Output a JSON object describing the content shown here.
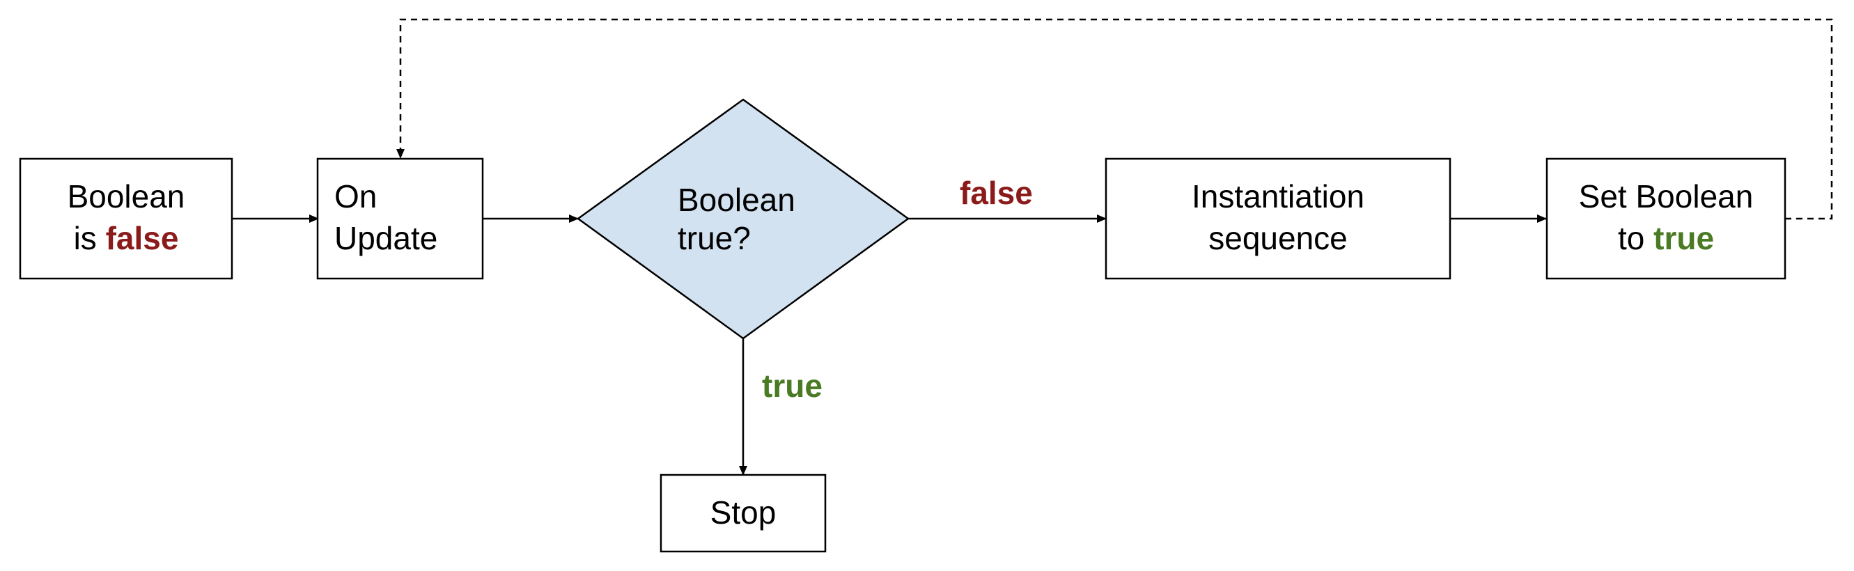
{
  "colors": {
    "false": "#8b1a1a",
    "true": "#4a7a23",
    "diamond_fill": "#d3e2f0",
    "box_fill": "#ffffff",
    "stroke": "#000000"
  },
  "nodes": {
    "start": {
      "line1": "Boolean",
      "line2_prefix": "is ",
      "line2_keyword": "false"
    },
    "on_update": {
      "line1": "On",
      "line2": "Update"
    },
    "decision": {
      "line1": "Boolean",
      "line2": "true?"
    },
    "instantiation": {
      "line1": "Instantiation",
      "line2": "sequence"
    },
    "set_boolean": {
      "line1": "Set Boolean",
      "line2_prefix": "to ",
      "line2_keyword": "true"
    },
    "stop": {
      "label": "Stop"
    }
  },
  "edges": {
    "false_label": "false",
    "true_label": "true"
  }
}
